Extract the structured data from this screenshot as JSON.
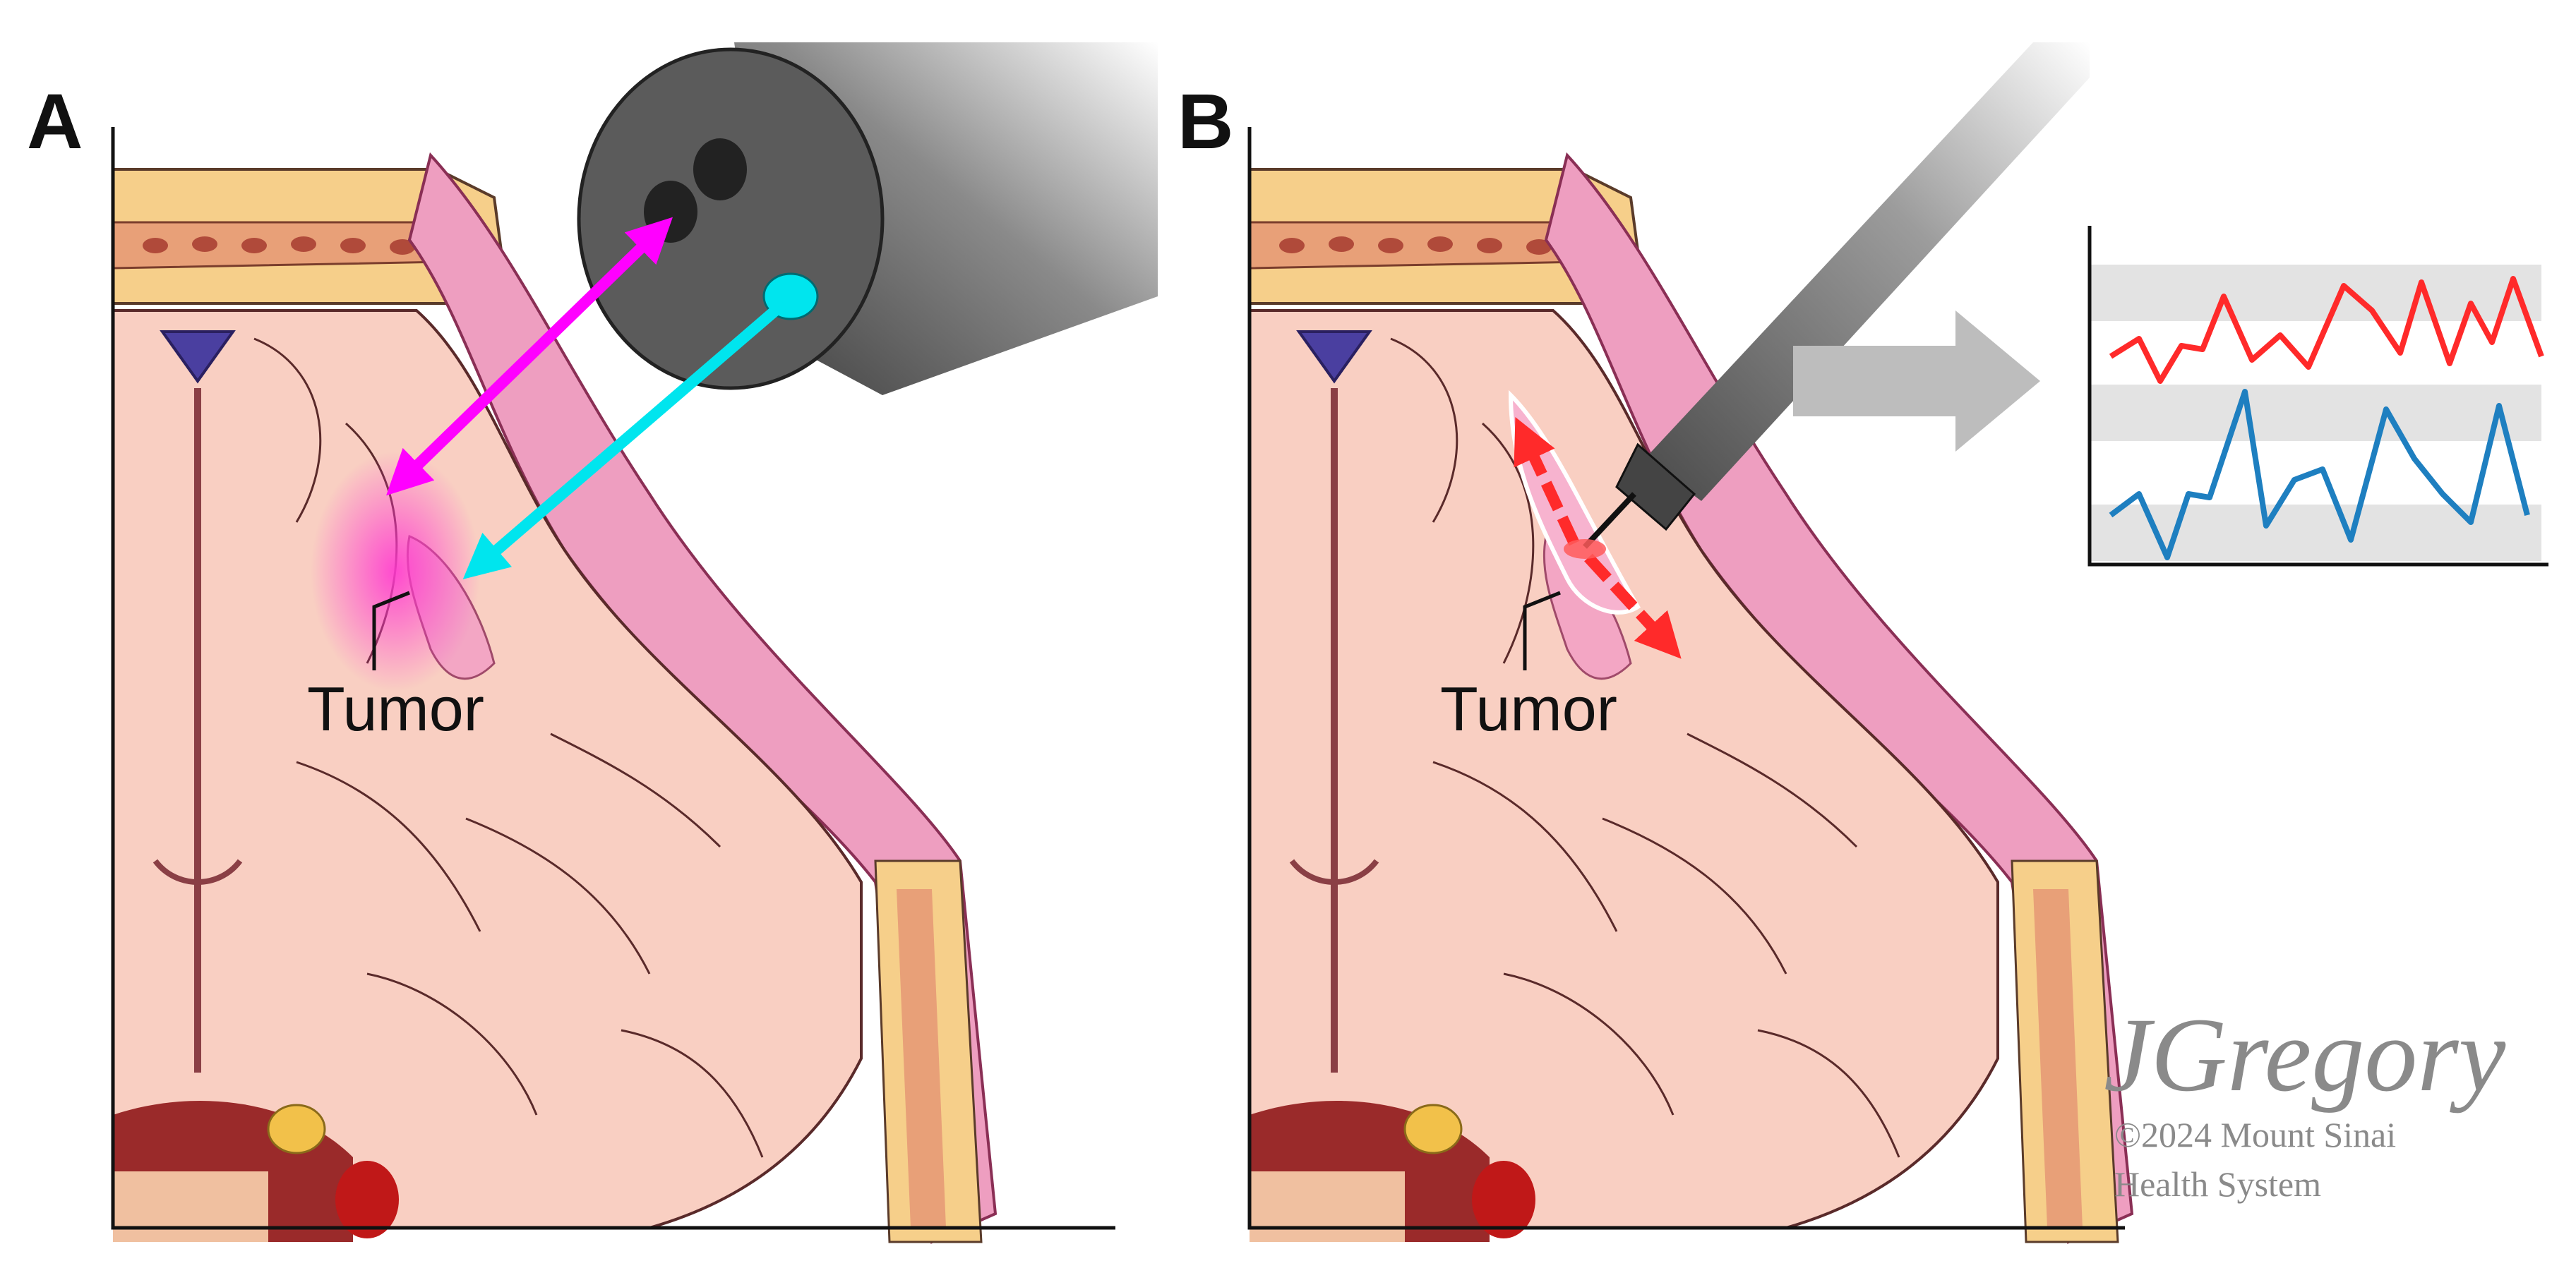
{
  "panels": [
    {
      "letter": "A",
      "tumor_label": "Tumor"
    },
    {
      "letter": "B",
      "tumor_label": "Tumor"
    }
  ],
  "credit": {
    "signature": "JGregory",
    "line1": "©2024 Mount Sinai",
    "line2": "Health System"
  },
  "colors": {
    "excitation_arrow": "#ff00ff",
    "return_arrow": "#00e5ee",
    "signal_red": "#ff2a2a",
    "signal_blue": "#1e7fc0",
    "brain_tissue": "#f9cfc2",
    "membrane": "#e98fb0",
    "probe_gray": "#5b5b5b"
  }
}
